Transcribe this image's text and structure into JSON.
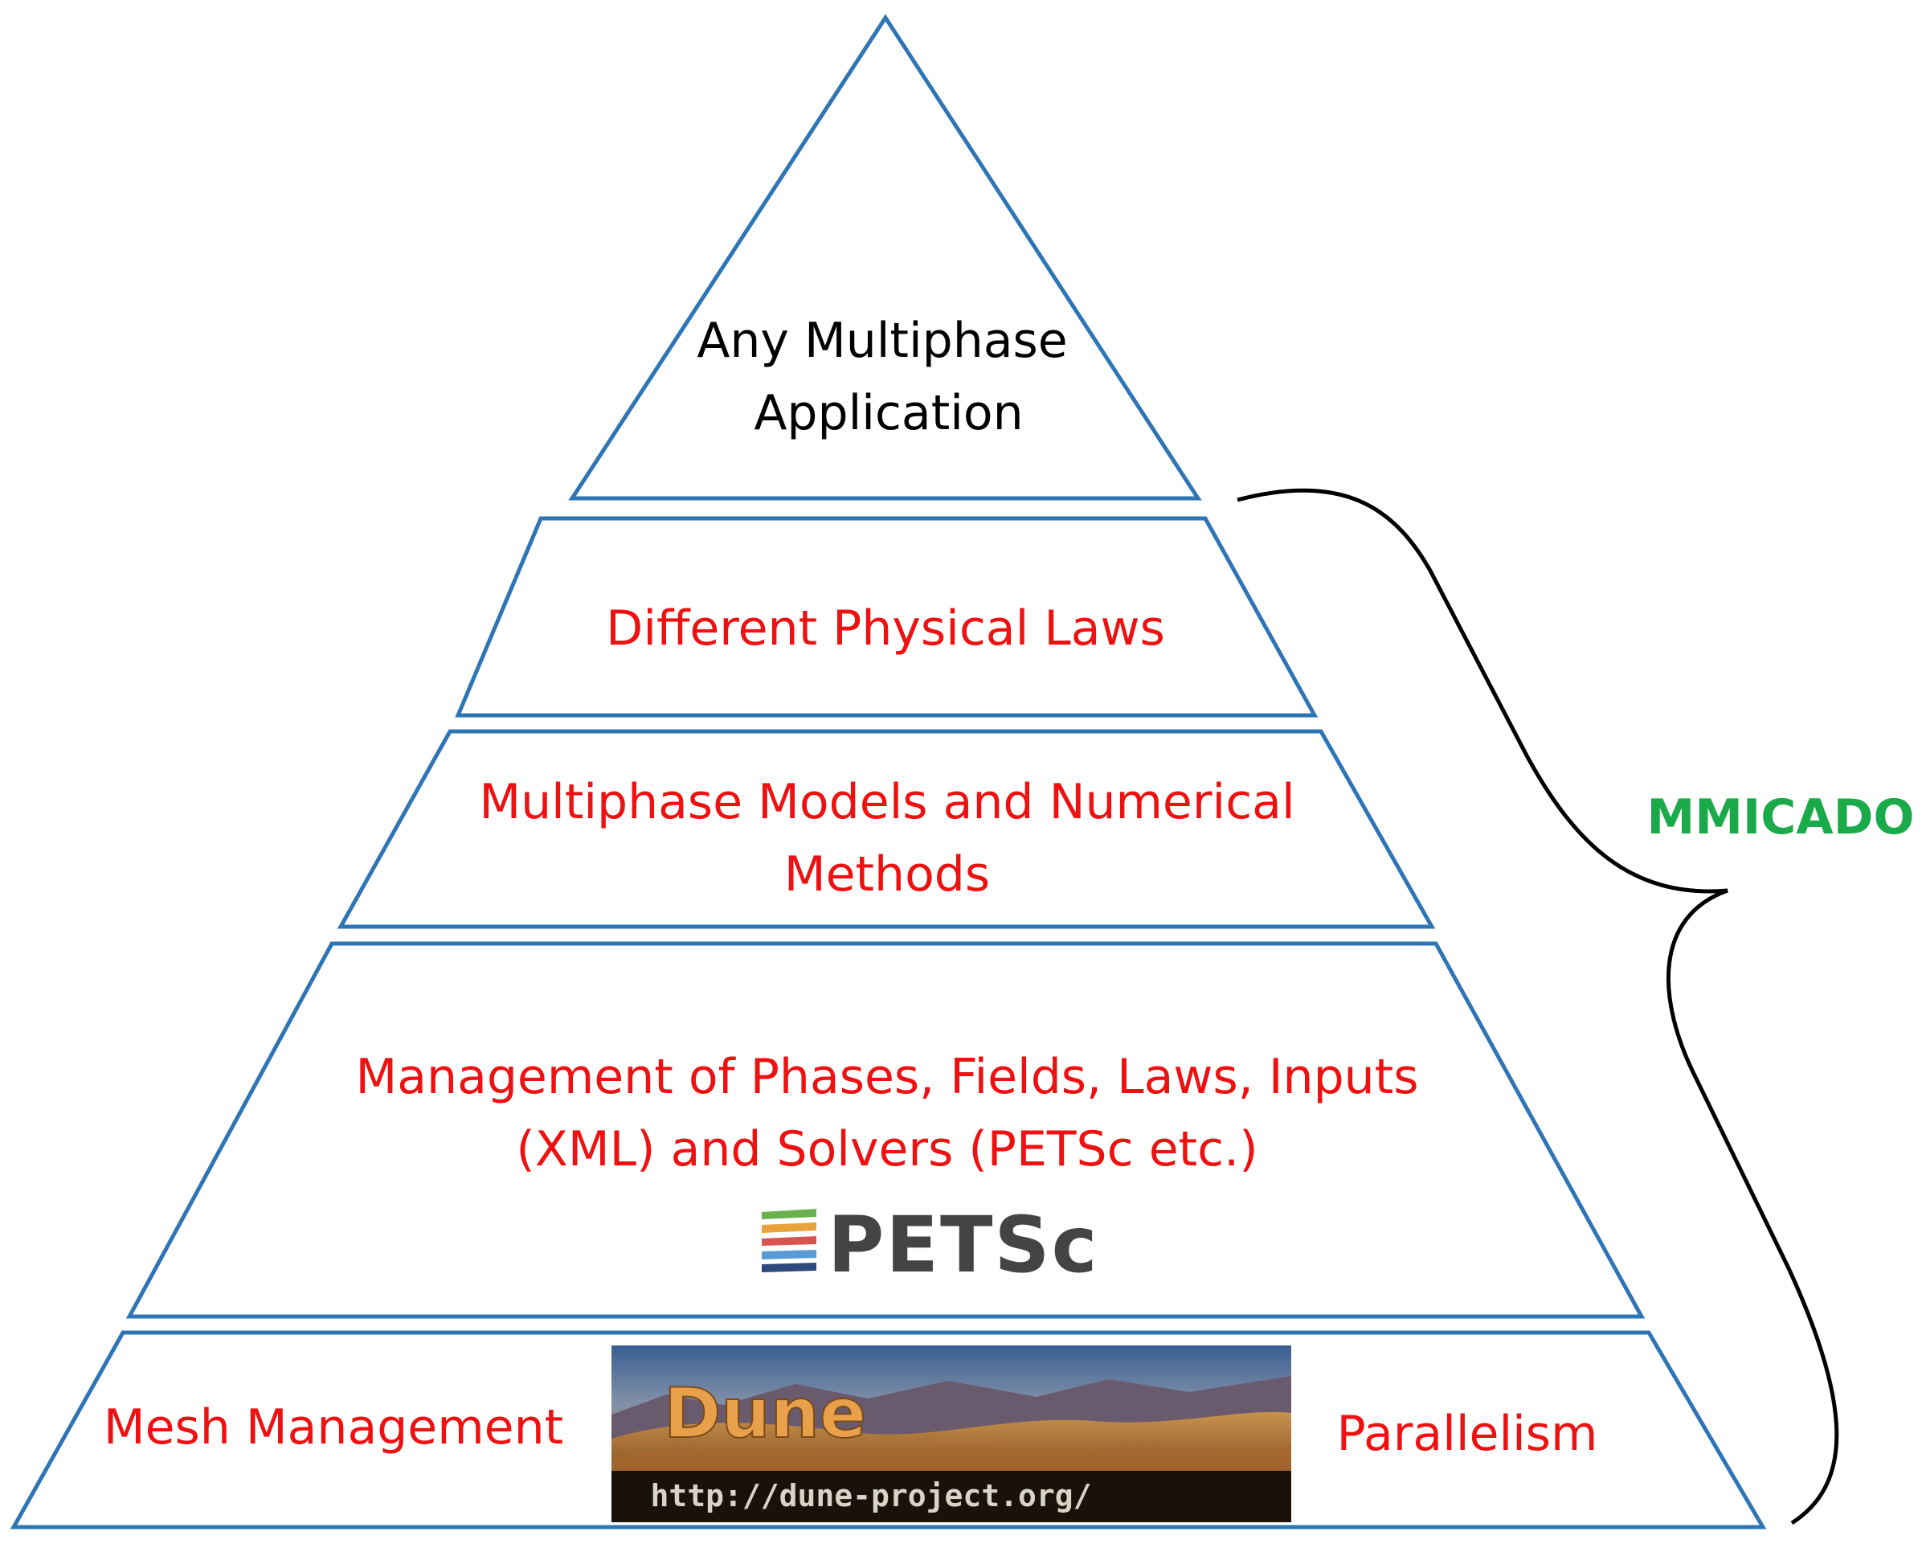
{
  "diagram": {
    "tiers": {
      "apex": {
        "line1": "Any Multiphase",
        "line2": "Application"
      },
      "laws": {
        "line1": "Different Physical Laws"
      },
      "models": {
        "line1": "Multiphase Models and Numerical",
        "line2": "Methods"
      },
      "management": {
        "line1": "Management of Phases, Fields, Laws, Inputs",
        "line2": "(XML) and Solvers (PETSc etc.)"
      },
      "base": {
        "left": "Mesh Management",
        "right": "Parallelism"
      }
    },
    "petsc_logo": {
      "text": "PETSc",
      "stripe_colors": [
        "#6ab04c",
        "#e8a33c",
        "#d9534f",
        "#5b9bd5",
        "#2e4a7d"
      ]
    },
    "dune_logo": {
      "title": "Dune",
      "url": "http://dune-project.org/"
    },
    "bracket_label": "MMICADO",
    "colors": {
      "outline": "#2e75b6",
      "dark_text": "#000000",
      "red_text": "#ee1111",
      "green_text": "#1aaa4a"
    }
  }
}
